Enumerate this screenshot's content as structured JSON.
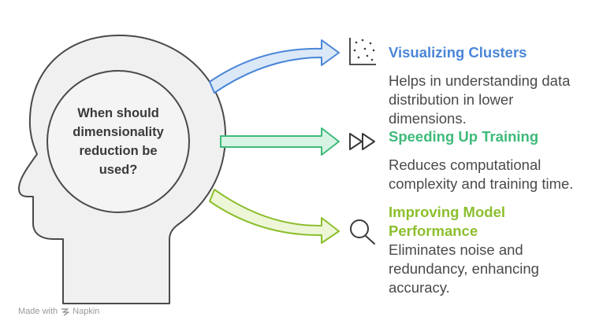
{
  "question": {
    "lines": [
      "When should",
      "dimensionality",
      "reduction be",
      "used?"
    ]
  },
  "items": [
    {
      "title": "Visualizing Clusters",
      "description_lines": [
        "Helps in understanding data",
        "distribution in lower",
        "dimensions."
      ],
      "icon": "scatter-plot-icon",
      "color": "#4a86d8"
    },
    {
      "title": "Speeding Up Training",
      "description_lines": [
        "Reduces computational",
        "complexity and training time."
      ],
      "icon": "fast-forward-icon",
      "color": "#3fba7a"
    },
    {
      "title_lines": [
        "Improving Model",
        "Performance"
      ],
      "description_lines": [
        "Eliminates noise and",
        "redundancy, enhancing",
        "accuracy."
      ],
      "icon": "magnifier-icon",
      "color": "#8cbf2e"
    }
  ],
  "footer": {
    "text": "Made with",
    "brand": "Napkin"
  }
}
